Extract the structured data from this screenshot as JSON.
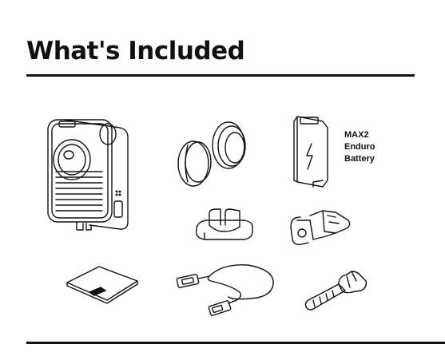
{
  "header": {
    "title": "What's Included"
  },
  "items": [
    {
      "icon": "camera-icon"
    },
    {
      "icon": "lens-caps-icon"
    },
    {
      "icon": "battery-icon",
      "label_lines": [
        "MAX2",
        "Enduro",
        "Battery"
      ]
    },
    {
      "icon": "curved-mount-icon"
    },
    {
      "icon": "mounting-buckle-icon"
    },
    {
      "icon": "cleaning-cloth-icon"
    },
    {
      "icon": "usb-c-cable-icon"
    },
    {
      "icon": "thumb-screw-icon"
    }
  ],
  "colors": {
    "ink": "#111111",
    "background": "#ffffff"
  }
}
